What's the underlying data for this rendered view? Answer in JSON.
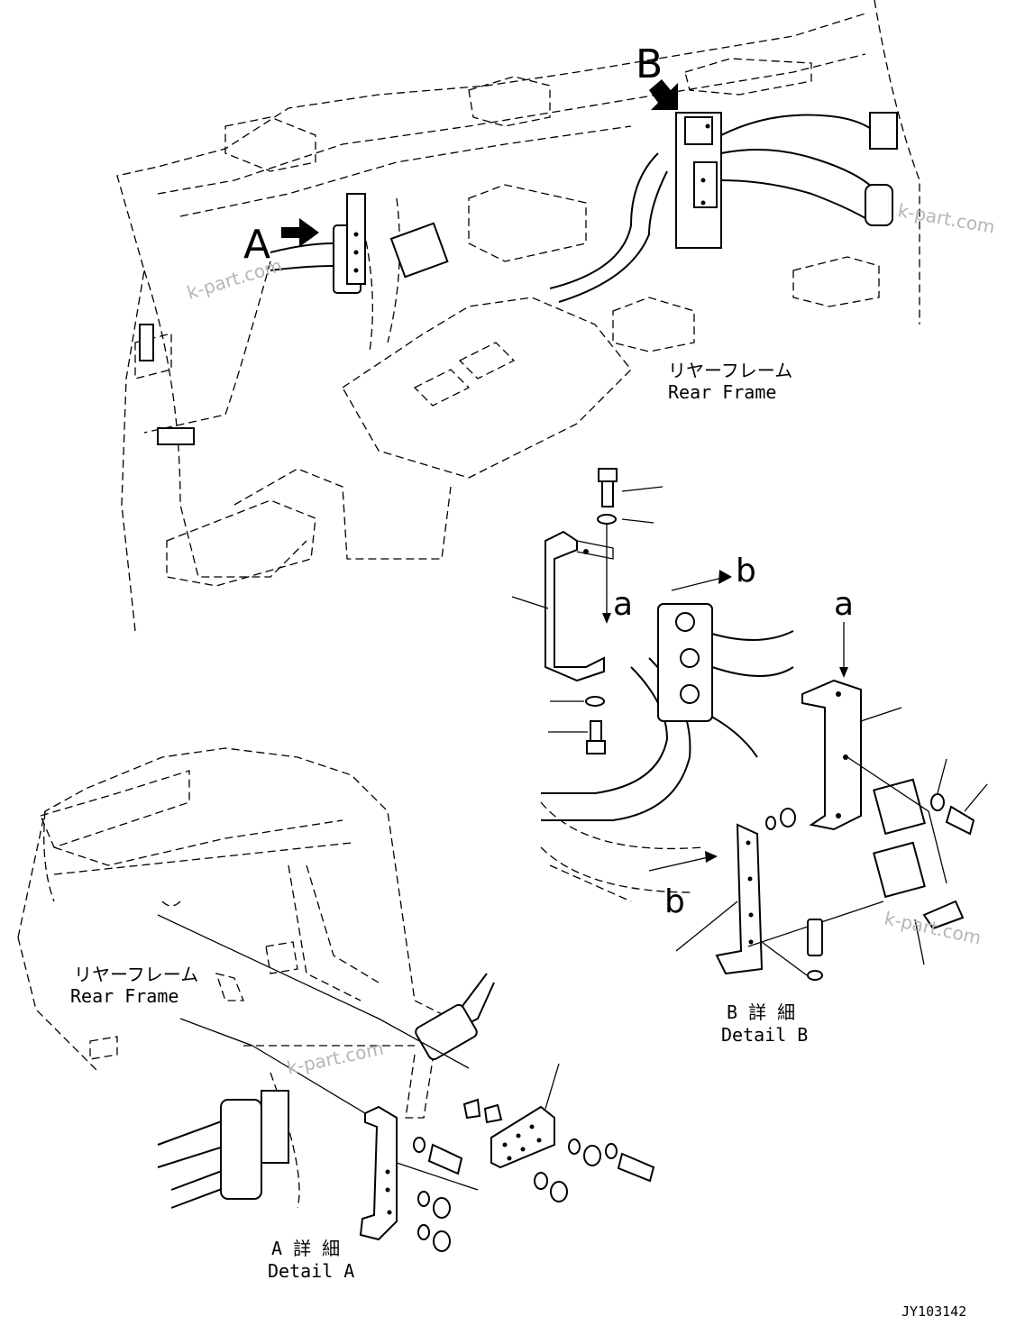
{
  "labels": {
    "view_a": "A",
    "view_b": "B",
    "rear_frame_top_jp": "リヤーフレーム",
    "rear_frame_top_en": "Rear Frame",
    "rear_frame_bottom_jp": "リヤーフレーム",
    "rear_frame_bottom_en": "Rear Frame",
    "detail_a_jp": "A 詳 細",
    "detail_a_en": "Detail A",
    "detail_b_jp": "B 詳 細",
    "detail_b_en": "Detail B",
    "ref_a_upper": "a",
    "ref_a_right": "a",
    "ref_b_upper": "b",
    "ref_b_lower": "b",
    "drawing_number": "JY103142"
  },
  "watermarks": [
    "k-part.com",
    "k-part.com",
    "k-part.com",
    "k-part.com"
  ],
  "icons": {
    "view_arrow_a": "arrow-right-icon",
    "view_arrow_b": "arrow-down-right-icon"
  },
  "colors": {
    "line": "#000000",
    "watermark": "#b5b5b5",
    "background": "#ffffff"
  }
}
